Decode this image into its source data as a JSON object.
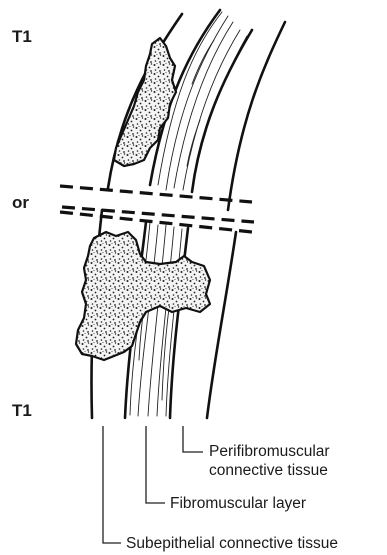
{
  "stages": {
    "top": "T1",
    "middle": "or",
    "bottom": "T1"
  },
  "callouts": {
    "perifibromuscular_line1": "Perifibromuscular",
    "perifibromuscular_line2": "connective tissue",
    "fibromuscular": "Fibromuscular layer",
    "subepithelial": "Subepithelial connective tissue"
  }
}
